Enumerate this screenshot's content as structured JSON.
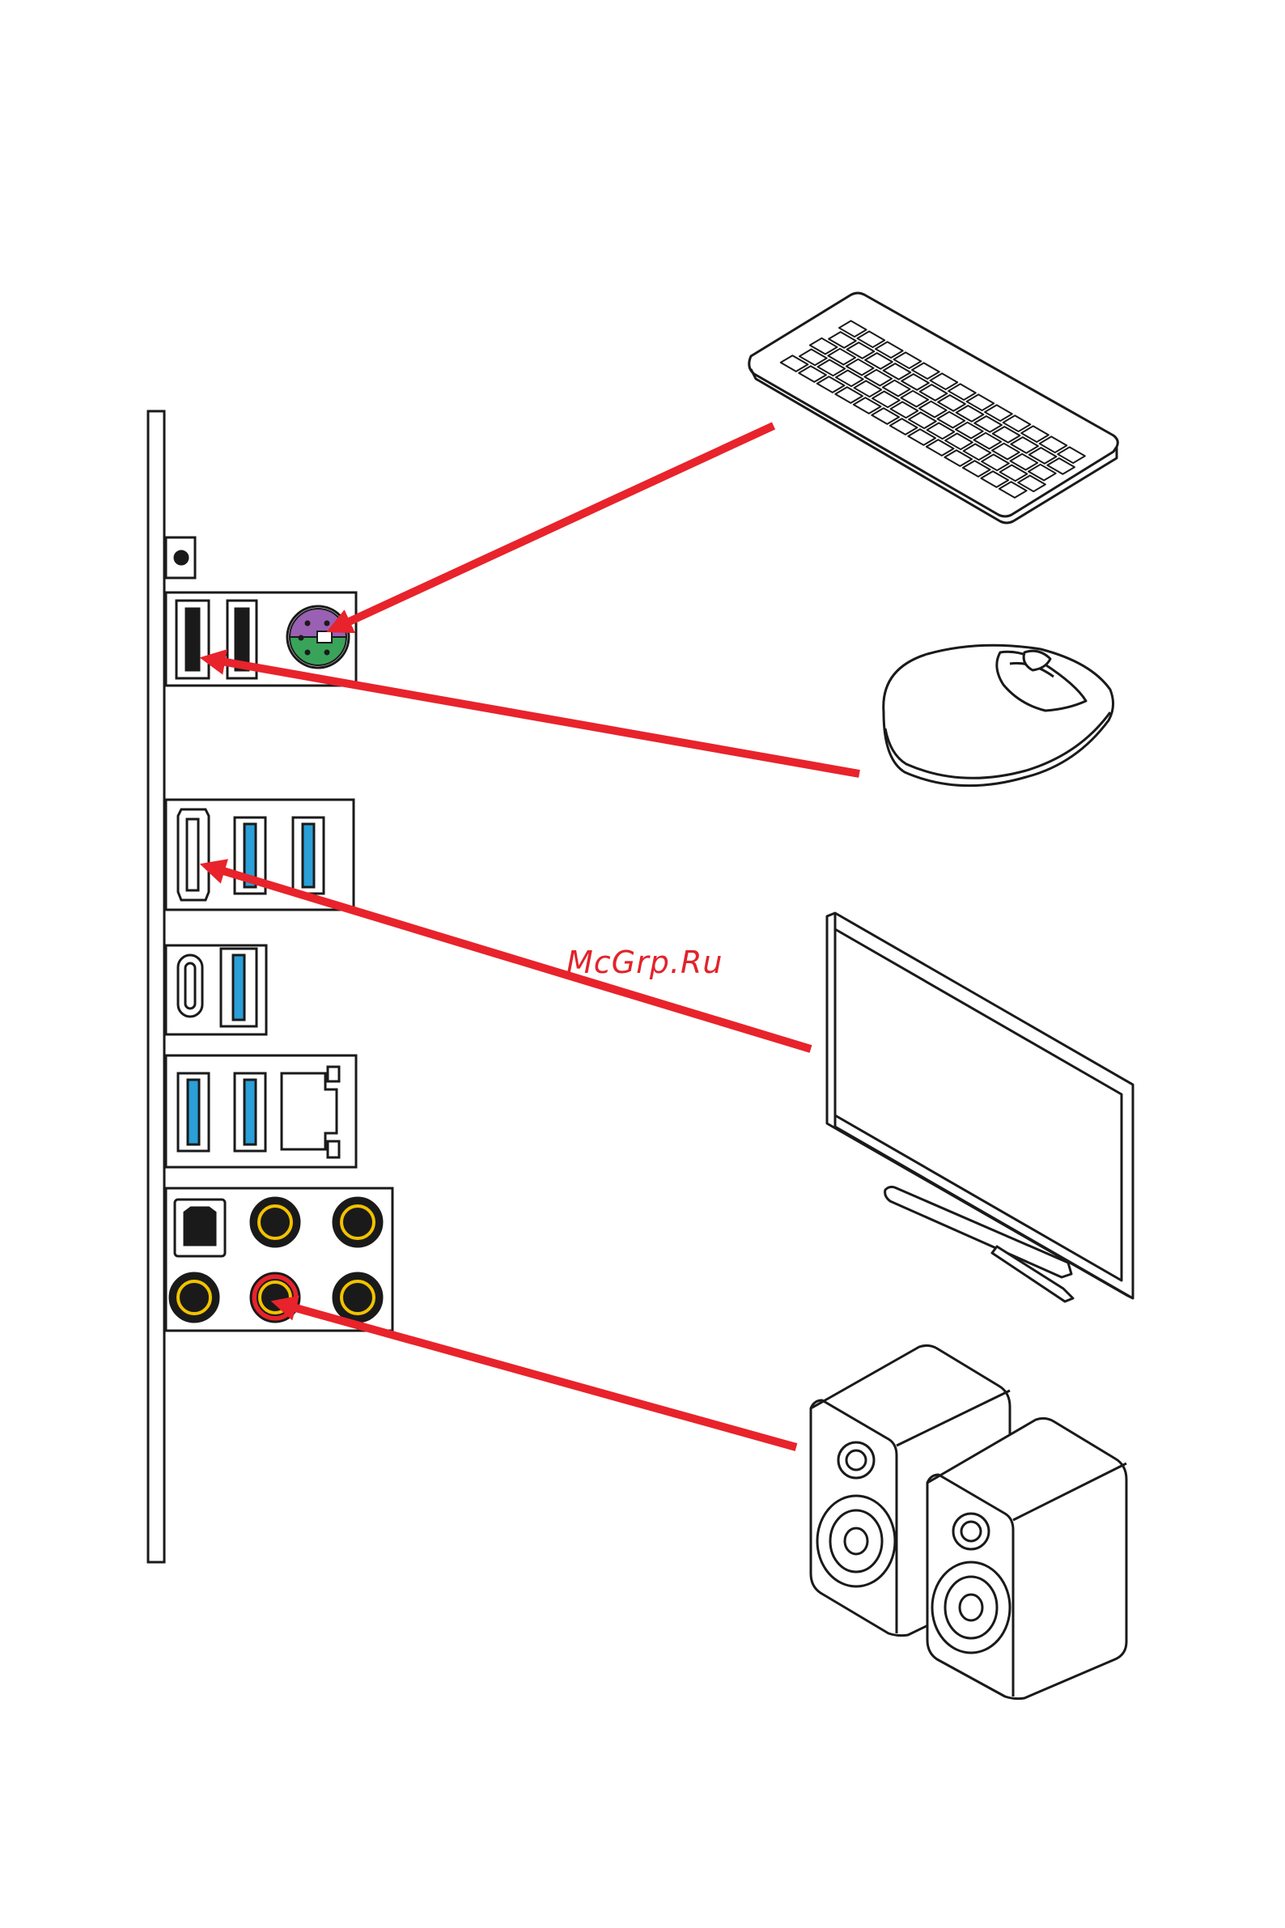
{
  "watermark": {
    "text": "McGrp.Ru",
    "color": "#e2232a"
  },
  "colors": {
    "line": "#1a1a1a",
    "arrow": "#e8232b",
    "usb_blue": "#2a9fd8",
    "ps2_purple": "#9a60b4",
    "ps2_green": "#3aa35a",
    "audio_ring": "#f2c200",
    "audio_highlight": "#e8232b"
  },
  "ports": [
    "clear-cmos-button",
    "usb2-port",
    "usb2-port",
    "ps2-combo-port",
    "hdmi-port",
    "usb3-port",
    "usb3-port",
    "usb-type-c-port",
    "usb3-port",
    "usb3-port",
    "usb3-port",
    "lan-port",
    "optical-spdif-port",
    "audio-jack",
    "audio-jack",
    "audio-jack",
    "audio-line-out-jack",
    "audio-jack"
  ],
  "devices": [
    "keyboard",
    "mouse",
    "monitor",
    "speakers"
  ],
  "connections": [
    {
      "from": "keyboard",
      "to": "ps2-combo-port"
    },
    {
      "from": "mouse",
      "to": "usb2-port"
    },
    {
      "from": "monitor",
      "to": "hdmi-port"
    },
    {
      "from": "speakers",
      "to": "audio-line-out-jack"
    }
  ]
}
